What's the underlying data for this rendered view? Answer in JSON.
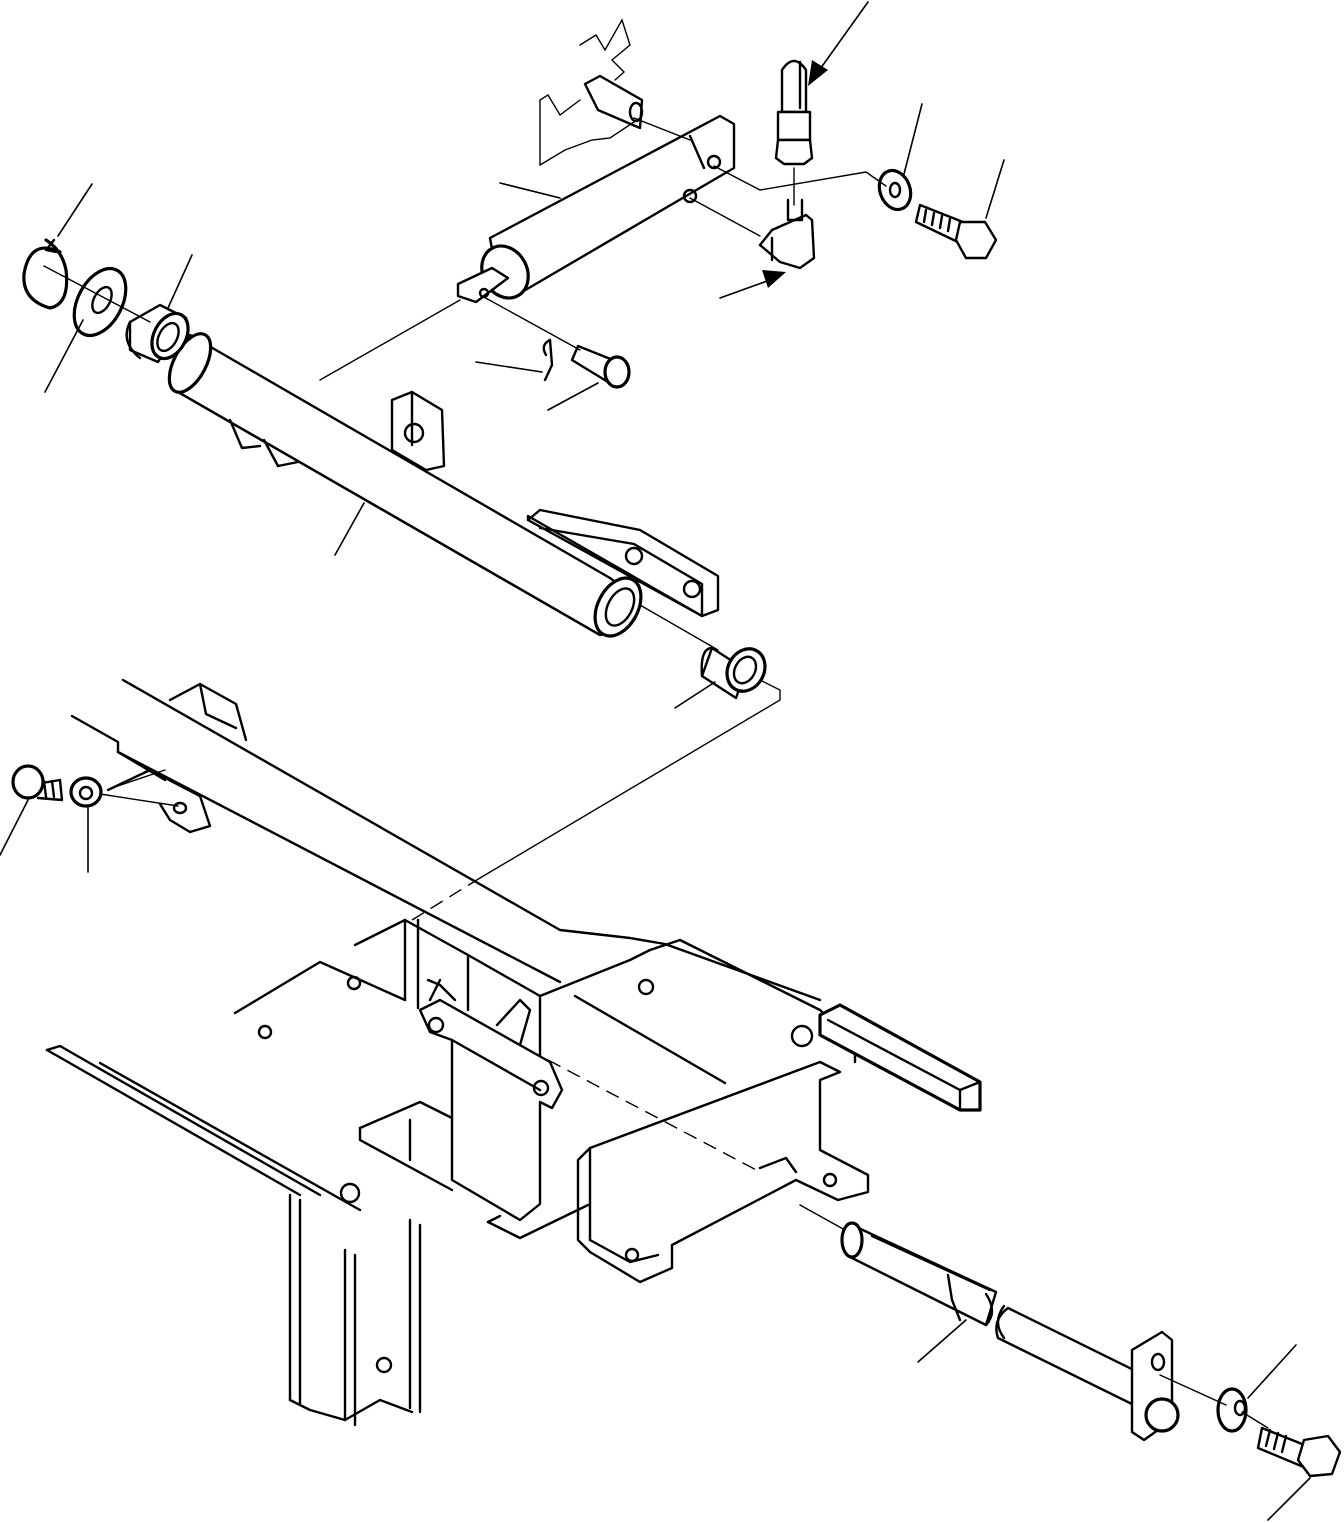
{
  "figure": {
    "kind": "exploded parts diagram",
    "colors": {
      "line": "#000000",
      "background": "#ffffff"
    },
    "parts": [
      "snap-ring",
      "washer-left",
      "bushing-left",
      "cross-tube",
      "bushing-right",
      "cylinder",
      "grease-fitting",
      "elbow-fitting",
      "cotter-pin",
      "clevis-pin",
      "washer-top",
      "bolt-top",
      "bolt-left",
      "nut-left",
      "pivot-shaft",
      "washer-bottom",
      "bolt-bottom",
      "frame"
    ],
    "arrows": [
      "arrow-to-grease-fitting",
      "arrow-to-elbow-fitting"
    ]
  }
}
